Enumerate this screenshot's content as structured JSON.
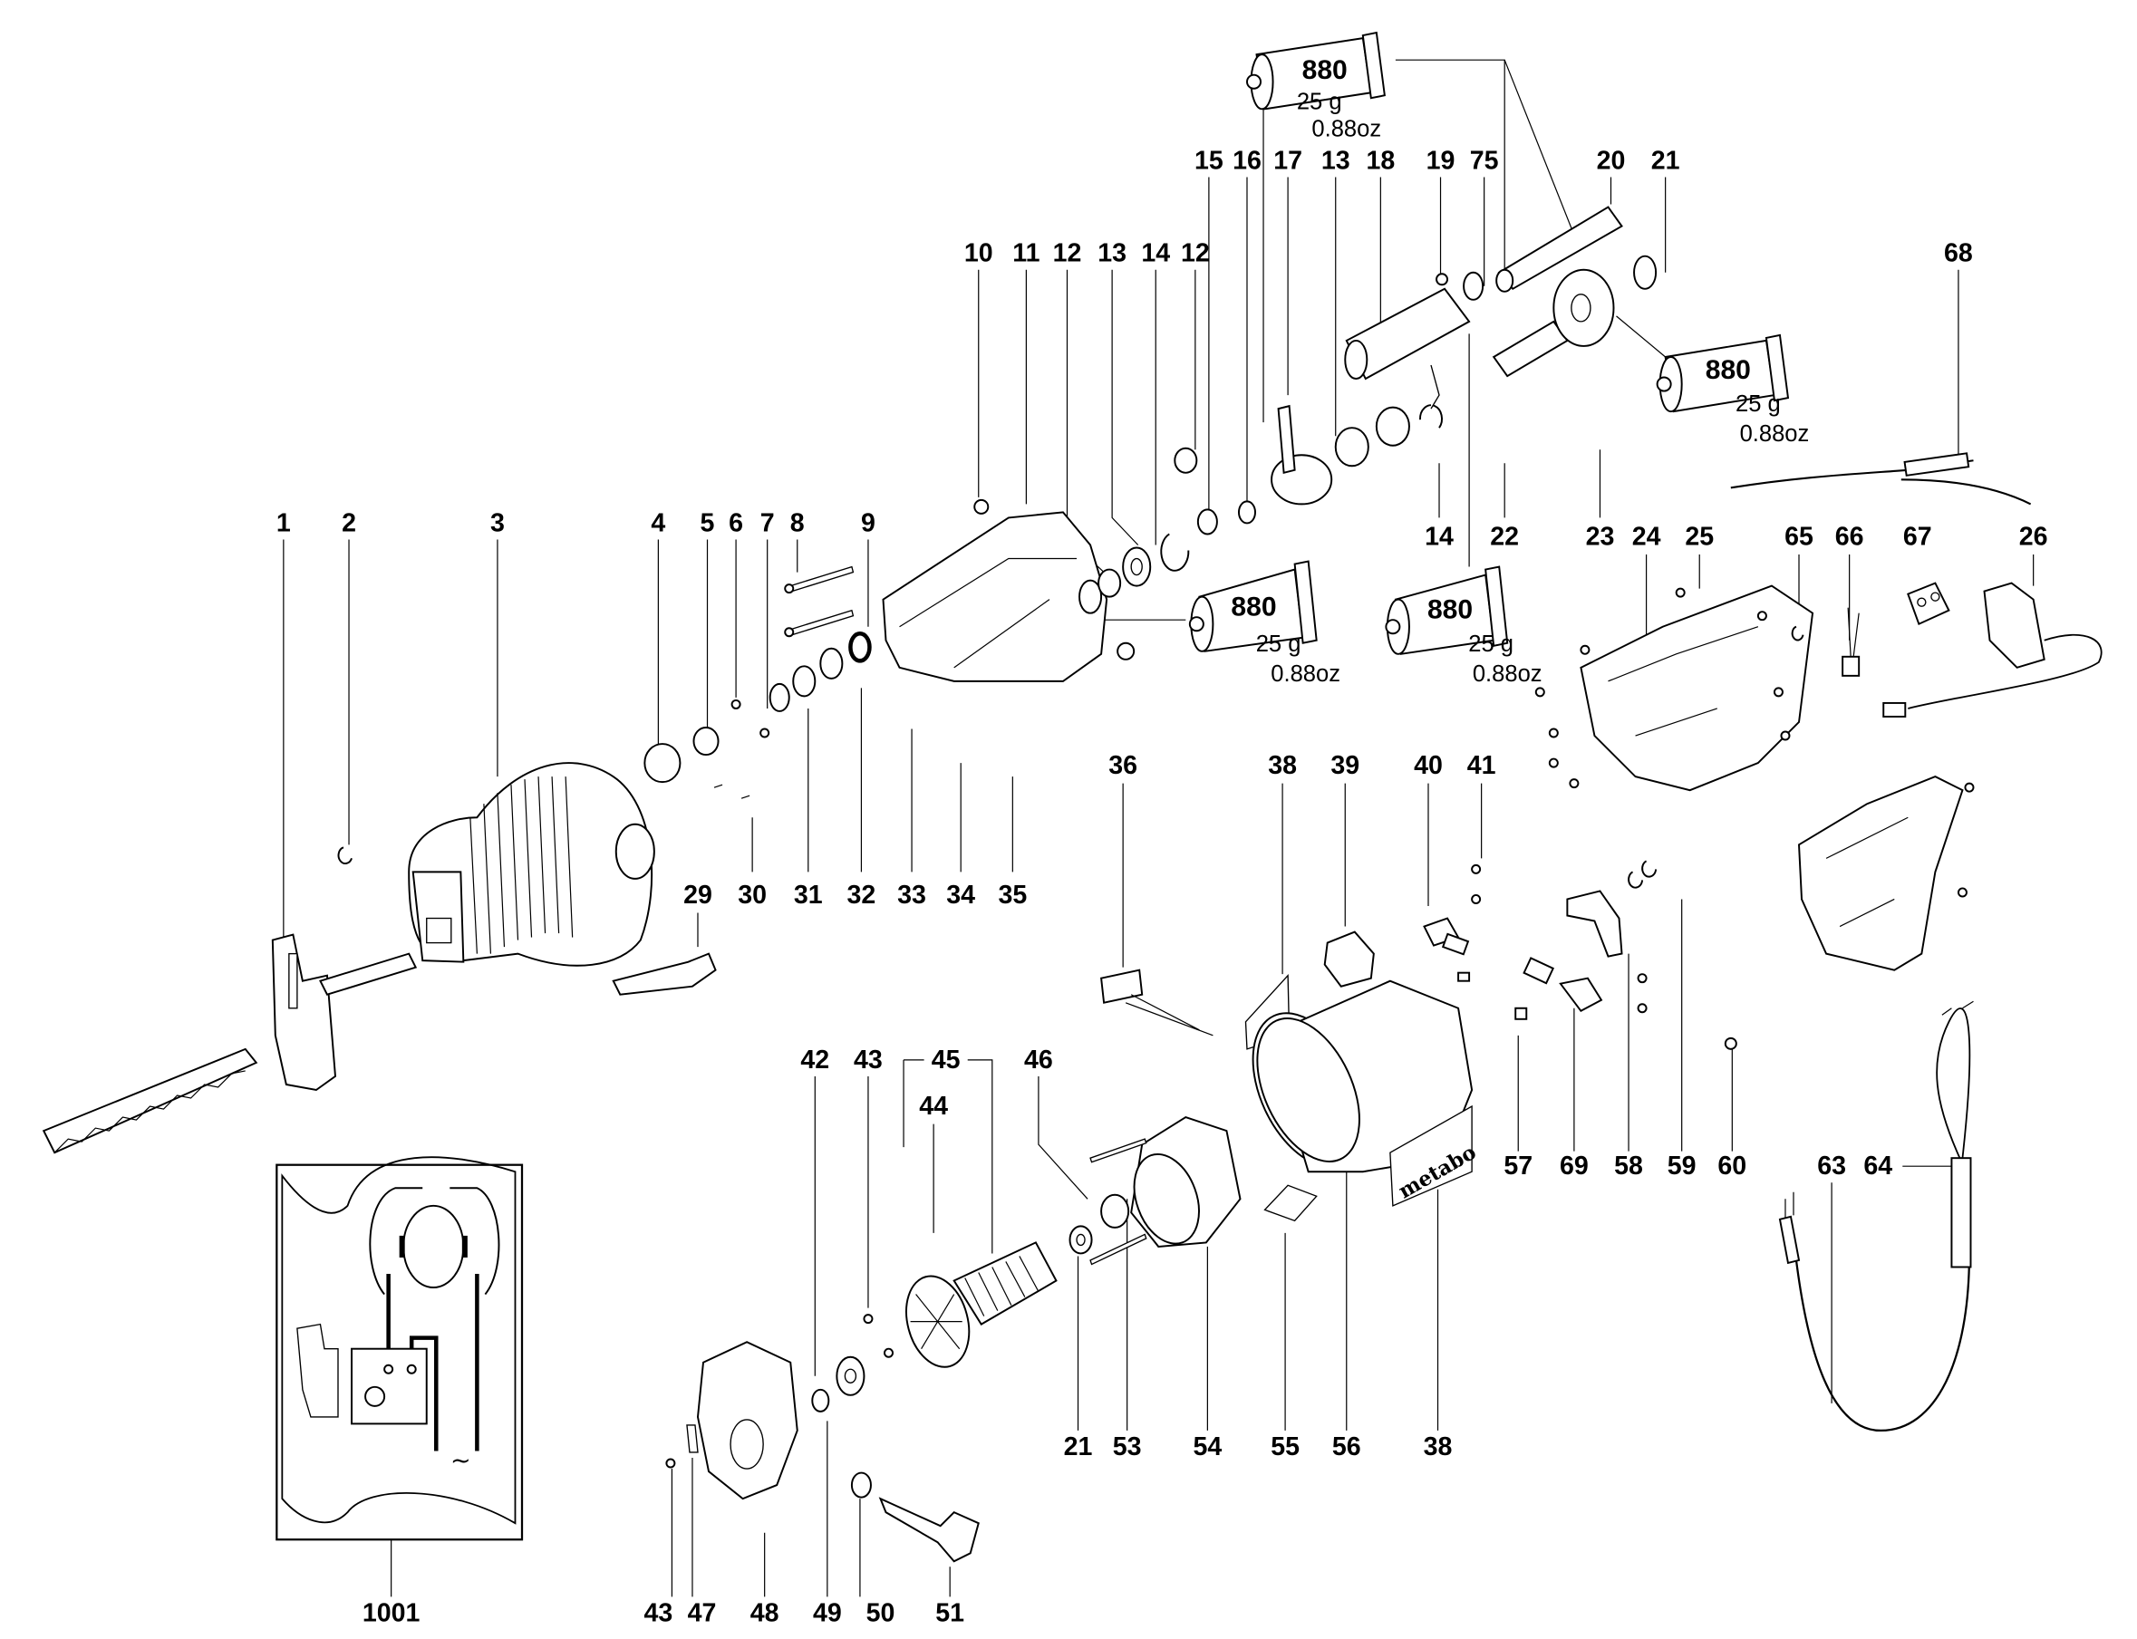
{
  "diagram": {
    "title": "Reciprocating saw exploded parts diagram",
    "brand_label": "metabo",
    "grease_tubes": [
      {
        "id": "tube-top",
        "code": "880",
        "weight": "25 g",
        "weight_oz": "0.88oz"
      },
      {
        "id": "tube-right",
        "code": "880",
        "weight": "25 g",
        "weight_oz": "0.88oz"
      },
      {
        "id": "tube-mid-left",
        "code": "880",
        "weight": "25 g",
        "weight_oz": "0.88oz"
      },
      {
        "id": "tube-mid-right",
        "code": "880",
        "weight": "25 g",
        "weight_oz": "0.88oz"
      }
    ],
    "part_labels": {
      "p1": "1",
      "p2": "2",
      "p3": "3",
      "p4": "4",
      "p5": "5",
      "p6": "6",
      "p7": "7",
      "p8": "8",
      "p9": "9",
      "p10": "10",
      "p11": "11",
      "p12a": "12",
      "p13a": "13",
      "p14a": "14",
      "p12b": "12",
      "p15": "15",
      "p16": "16",
      "p17": "17",
      "p13b": "13",
      "p18": "18",
      "p19": "19",
      "p75": "75",
      "p20": "20",
      "p21a": "21",
      "p68": "68",
      "p14b": "14",
      "p22": "22",
      "p23": "23",
      "p24": "24",
      "p25": "25",
      "p65": "65",
      "p66": "66",
      "p67": "67",
      "p26": "26",
      "p29": "29",
      "p30": "30",
      "p31": "31",
      "p32": "32",
      "p33": "33",
      "p34": "34",
      "p35": "35",
      "p36": "36",
      "p38a": "38",
      "p39": "39",
      "p40": "40",
      "p41": "41",
      "p42": "42",
      "p43a": "43",
      "p45": "45",
      "p44": "44",
      "p46": "46",
      "p57": "57",
      "p69": "69",
      "p58": "58",
      "p59": "59",
      "p60": "60",
      "p63": "63",
      "p64": "64",
      "p21b": "21",
      "p53": "53",
      "p54": "54",
      "p55": "55",
      "p56": "56",
      "p38b": "38",
      "p1001": "1001",
      "p43b": "43",
      "p47": "47",
      "p48": "48",
      "p49": "49",
      "p50": "50",
      "p51": "51"
    },
    "wiring_inset": {
      "label": "1001",
      "ac_symbol": "~"
    }
  }
}
